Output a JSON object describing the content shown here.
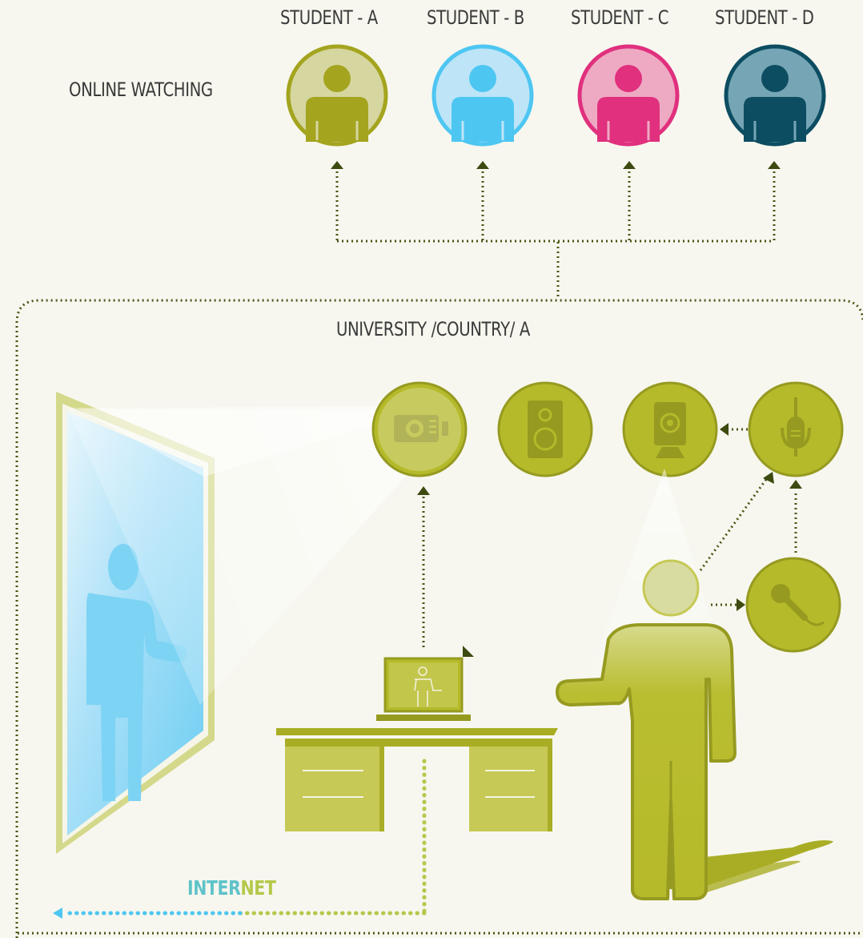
{
  "diagram": {
    "online_label": "ONLINE WATCHING",
    "university_label": "UNIVERSITY /COUNTRY/ A",
    "internet_label": "INTERNET",
    "students": [
      {
        "label": "STUDENT - A",
        "ring": "#a4a41f",
        "fill": "#d6d6a0",
        "figure": "#a4a41f"
      },
      {
        "label": "STUDENT - B",
        "ring": "#4ec6f2",
        "fill": "#bde5f7",
        "figure": "#4ec6f2"
      },
      {
        "label": "STUDENT - C",
        "ring": "#e0307e",
        "fill": "#eeaac3",
        "figure": "#e0307e"
      },
      {
        "label": "STUDENT - D",
        "ring": "#0d4d62",
        "fill": "#76a5b5",
        "figure": "#0d4d62"
      }
    ],
    "devices": [
      "projector-icon",
      "speaker-icon",
      "camera-icon",
      "ceiling-mic-icon",
      "handheld-mic-icon"
    ],
    "colors": {
      "olive": "#b5ba2a",
      "olive_dark": "#969a20",
      "connector": "#4a5514",
      "background": "#f7f7ef",
      "screen_blue": "#8fd8f6",
      "internet_green": "#b5c84a",
      "internet_blue": "#4ec6f2"
    }
  }
}
